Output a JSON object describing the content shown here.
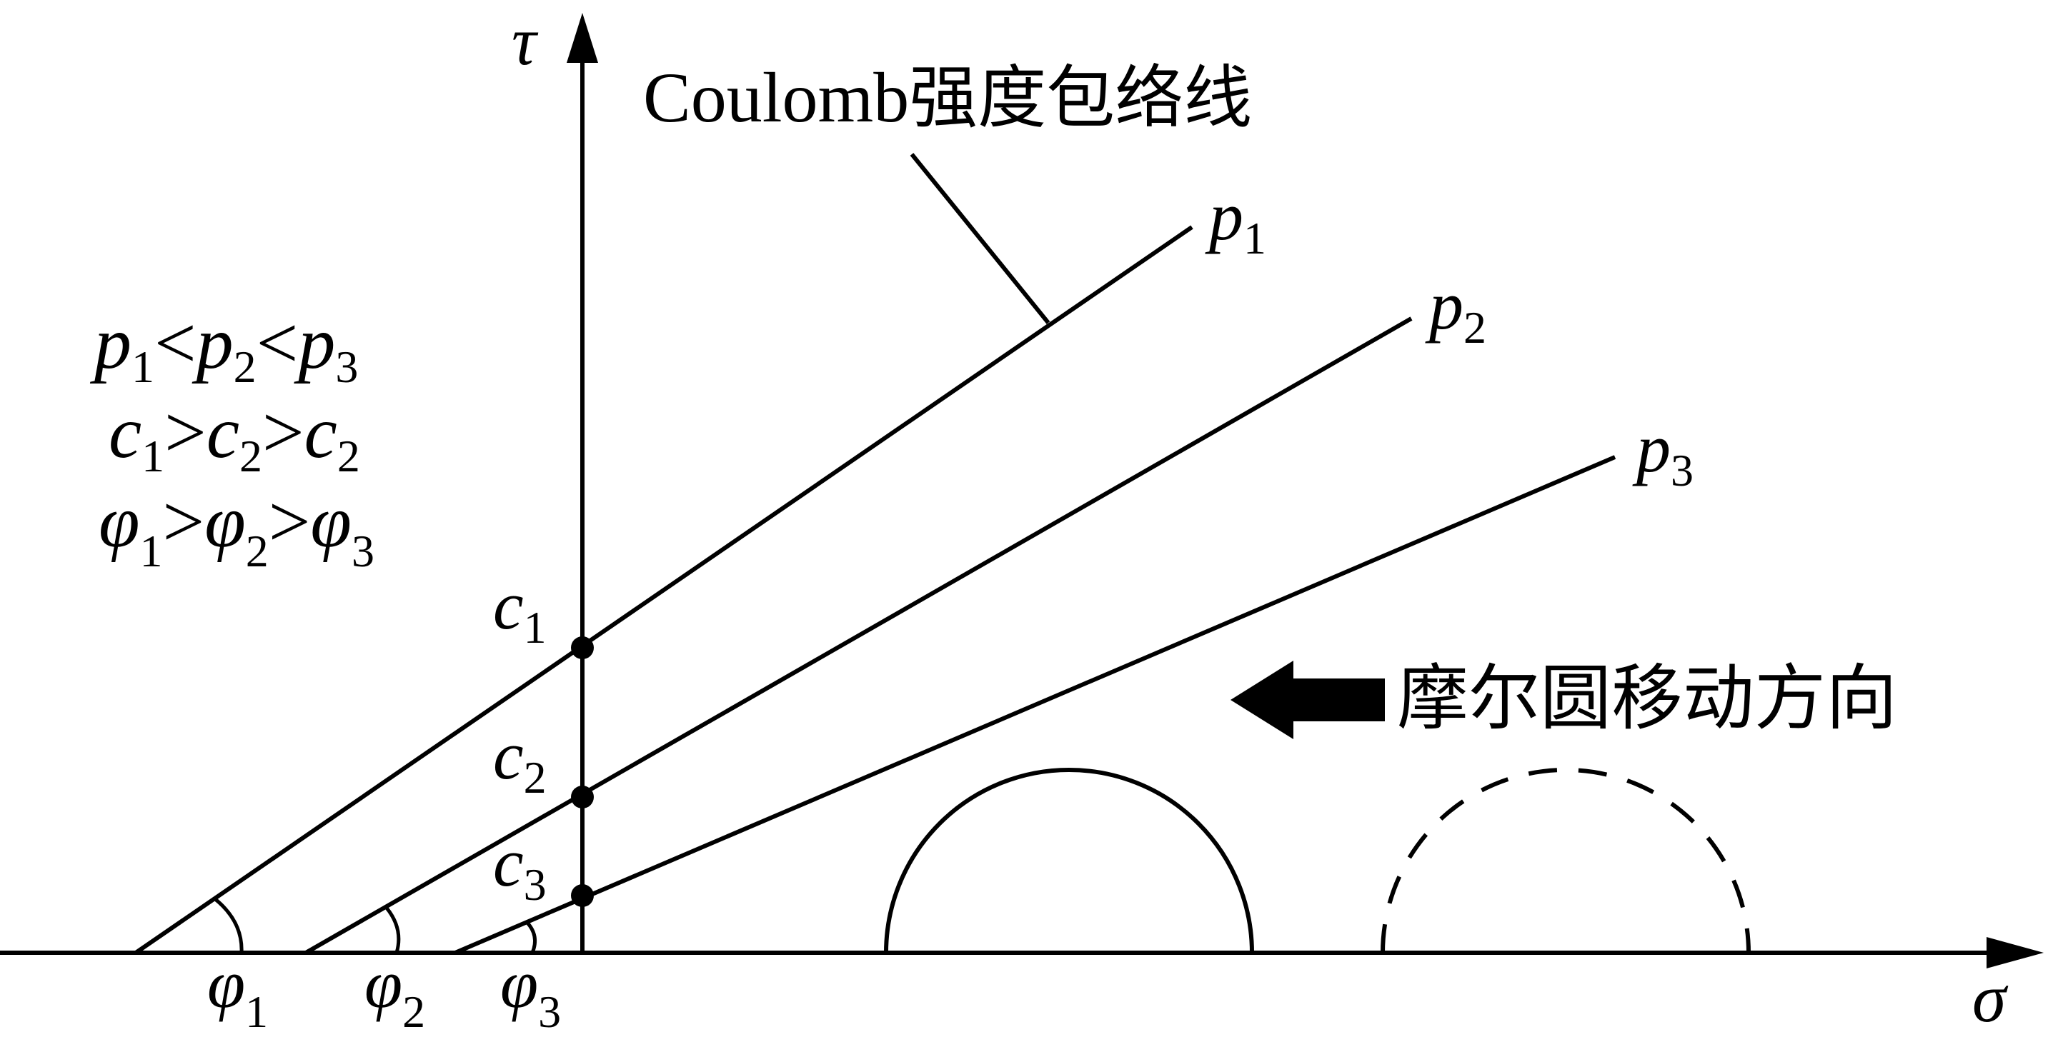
{
  "axes": {
    "tau": "τ",
    "sigma": "σ"
  },
  "envelope_label": {
    "latin": "Coulomb",
    "cjk": "强度包络线"
  },
  "lines": [
    {
      "p": "p",
      "p_sub": "1",
      "c": "c",
      "c_sub": "1",
      "phi": "φ",
      "phi_sub": "1"
    },
    {
      "p": "p",
      "p_sub": "2",
      "c": "c",
      "c_sub": "2",
      "phi": "φ",
      "phi_sub": "2"
    },
    {
      "p": "p",
      "p_sub": "3",
      "c": "c",
      "c_sub": "3",
      "phi": "φ",
      "phi_sub": "3"
    }
  ],
  "relations": [
    {
      "a": "p",
      "as": "1",
      "op1": "<",
      "b": "p",
      "bs": "2",
      "op2": "<",
      "c": "p",
      "cs": "3"
    },
    {
      "a": "c",
      "as": "1",
      "op1": ">",
      "b": "c",
      "bs": "2",
      "op2": ">",
      "c": "c",
      "cs": "2"
    },
    {
      "a": "φ",
      "as": "1",
      "op1": ">",
      "b": "φ",
      "bs": "2",
      "op2": ">",
      "c": "φ",
      "cs": "3"
    }
  ],
  "arrow_label": "摩尔圆移动方向",
  "colors": {
    "ink": "#000000",
    "background": "#ffffff"
  }
}
